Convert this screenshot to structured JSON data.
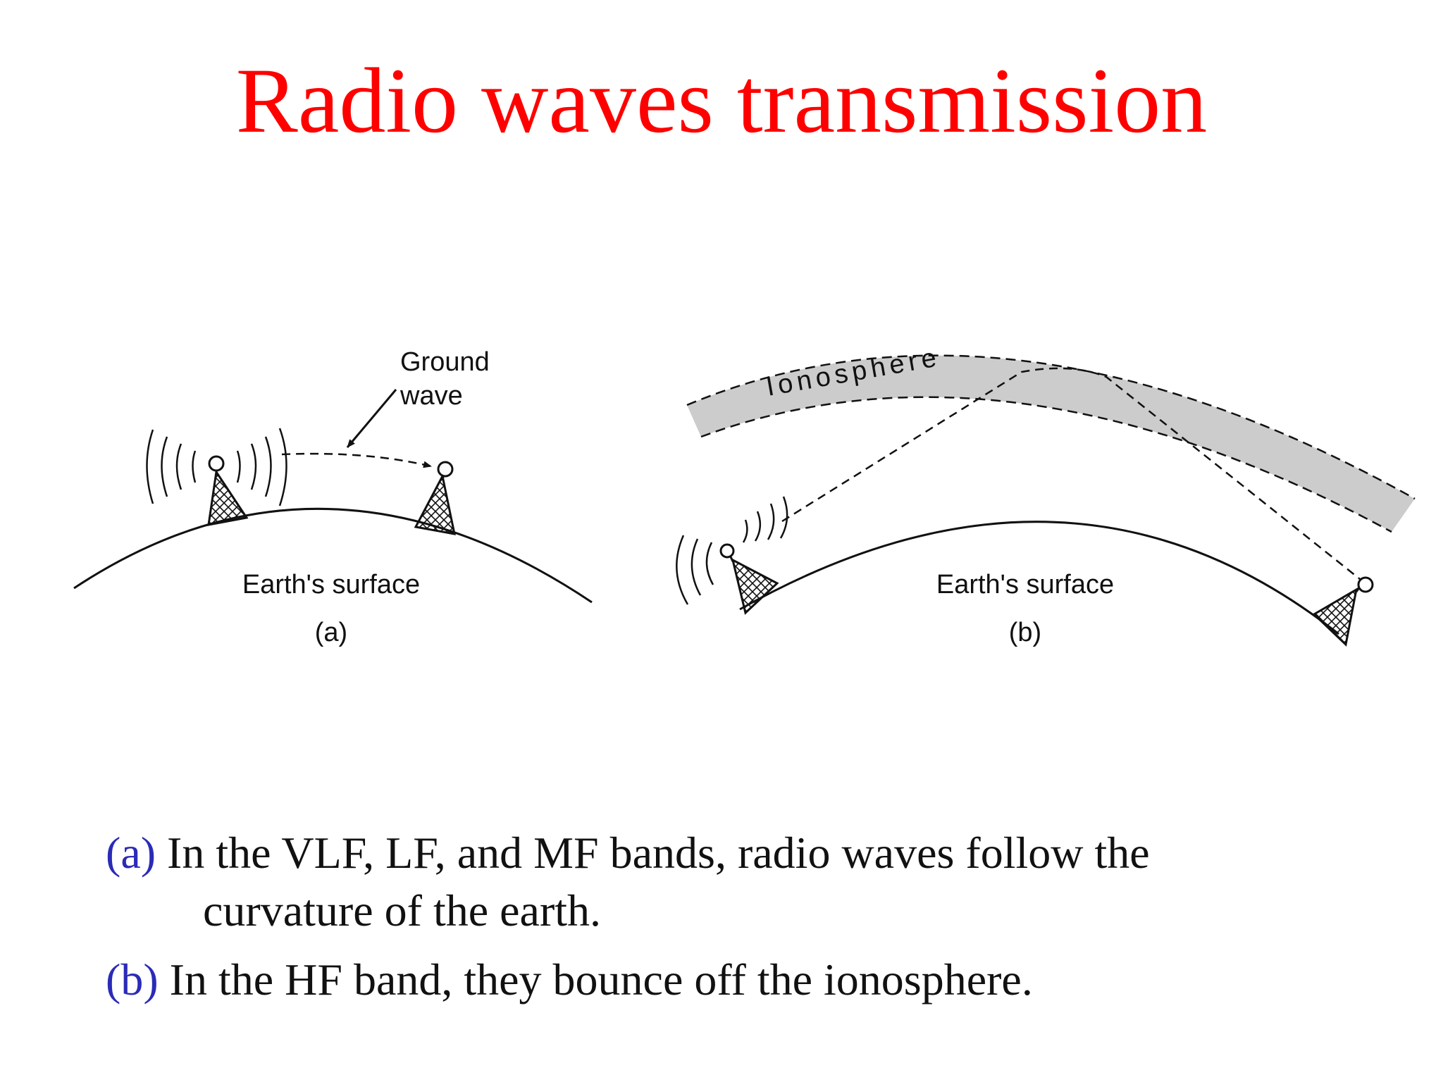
{
  "slide": {
    "title": "Radio waves transmission"
  },
  "diagram": {
    "panel_a": {
      "ground_wave_label_line1": "Ground",
      "ground_wave_label_line2": "wave",
      "surface_label": "Earth's surface",
      "panel_label": "(a)"
    },
    "panel_b": {
      "ionosphere_label": "Ionosphere",
      "surface_label": "Earth's surface",
      "panel_label": "(b)"
    },
    "colors": {
      "ionosphere_fill": "#cccccc",
      "line": "#111111"
    }
  },
  "captions": {
    "a": {
      "tag": "(a)",
      "line1": " In the VLF, LF, and MF bands, radio waves follow the",
      "line2": "curvature of the earth."
    },
    "b": {
      "tag": "(b)",
      "text": " In the HF band, they bounce off the ionosphere."
    }
  }
}
